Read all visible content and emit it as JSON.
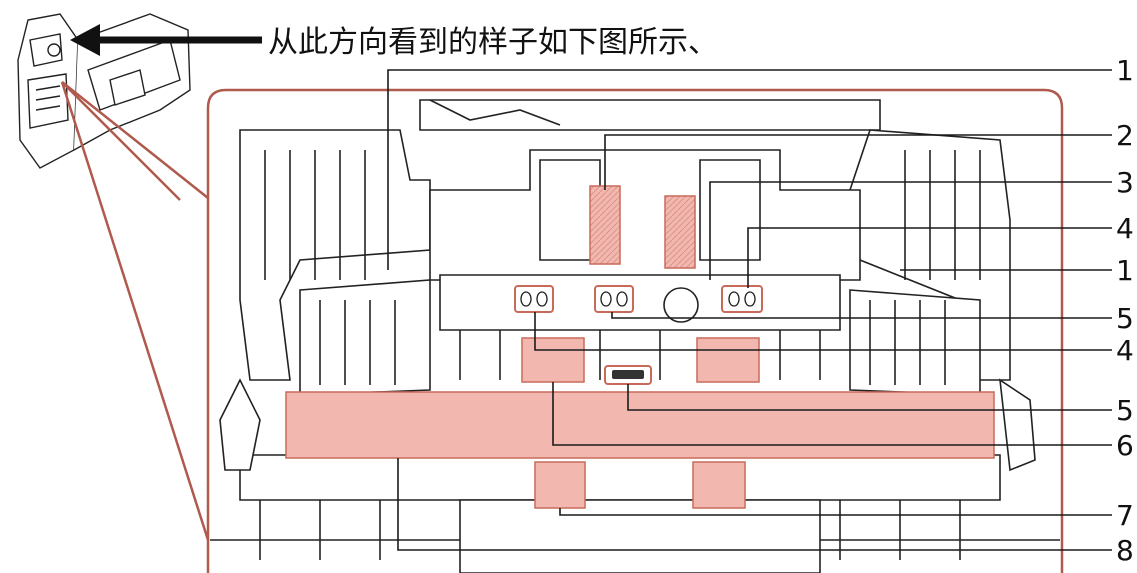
{
  "caption": "从此方向看到的样子如下图所示、",
  "callouts": [
    {
      "id": "c1a",
      "label": "1"
    },
    {
      "id": "c2",
      "label": "2"
    },
    {
      "id": "c3",
      "label": "3"
    },
    {
      "id": "c4a",
      "label": "4"
    },
    {
      "id": "c1b",
      "label": "1"
    },
    {
      "id": "c5a",
      "label": "5"
    },
    {
      "id": "c4b",
      "label": "4"
    },
    {
      "id": "c5b",
      "label": "5"
    },
    {
      "id": "c6",
      "label": "6"
    },
    {
      "id": "c7",
      "label": "7"
    },
    {
      "id": "c8",
      "label": "8"
    }
  ],
  "colors": {
    "highlight_fill": "#f2b8b0",
    "highlight_stroke": "#c86a5a",
    "frame": "#b05a4e",
    "line": "#1a1a1a"
  }
}
